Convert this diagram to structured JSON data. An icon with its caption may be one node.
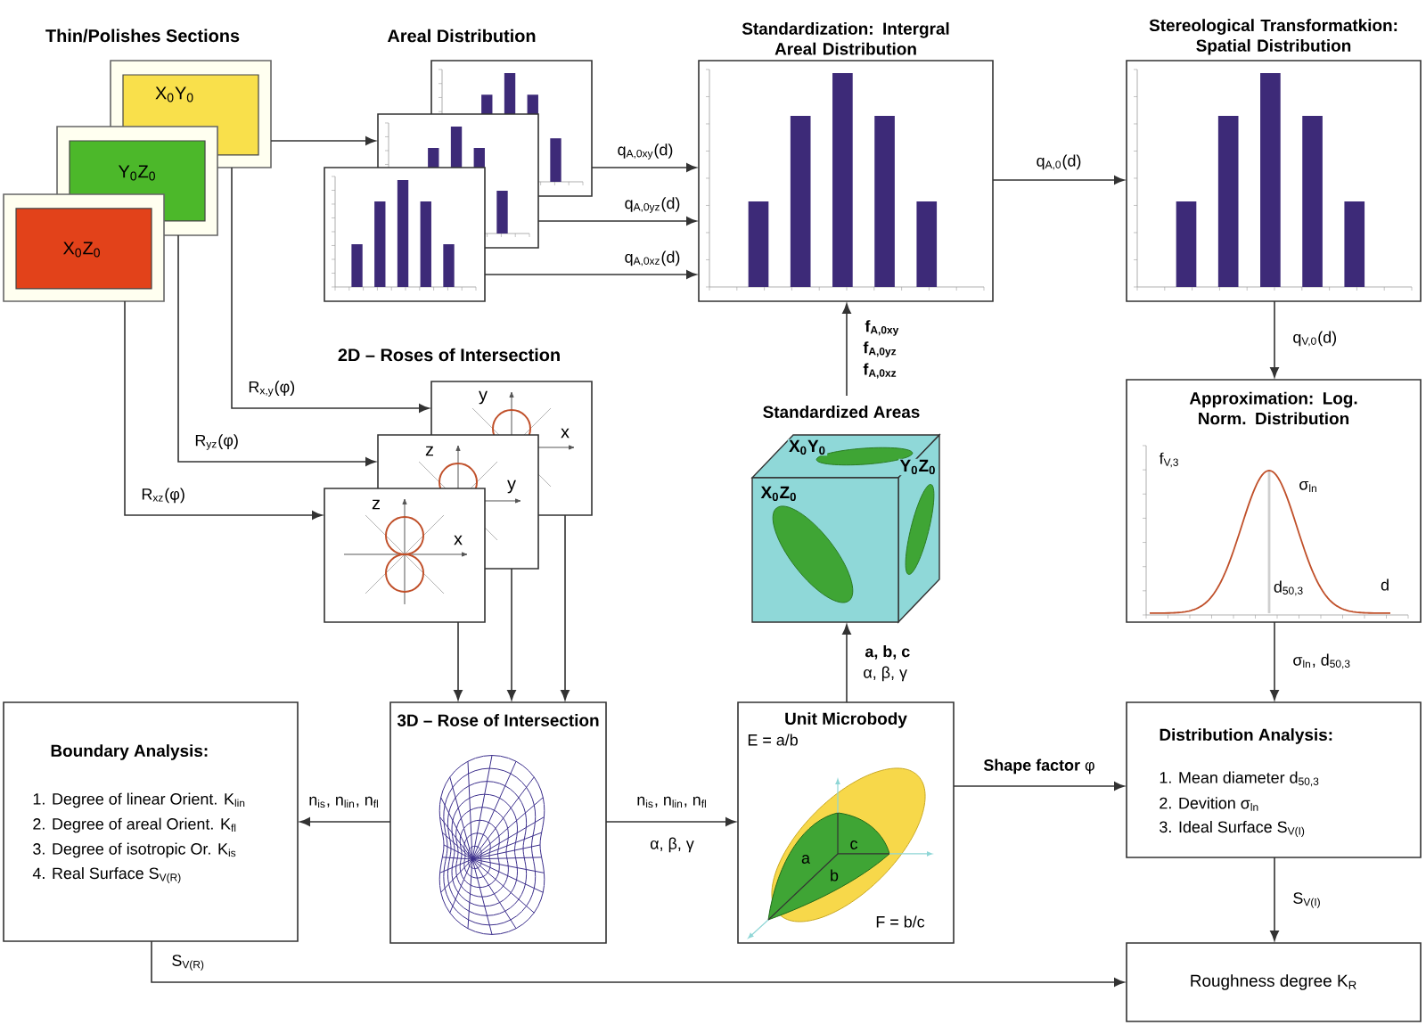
{
  "diagram": {
    "nodes": [
      {
        "text": [
          "X$_{0}$Y$_{0}$"
        ]
      },
      {
        "text": [
          "Y$_{0}$Z$_{0}$"
        ]
      },
      {
        "text": [
          "X$_{0}$Z$_{0}$"
        ]
      },
      {
        "text": [],
        "shape": "chart"
      },
      {
        "text": [],
        "shape": "chart"
      },
      {
        "text": [],
        "shape": "chart"
      },
      {
        "text": [
          "Standardization: Intergral Areal Distribution"
        ]
      },
      {
        "text": [
          "Stereological Transformatkion: Spatial Distribution"
        ]
      },
      {
        "text": [
          "y",
          "x"
        ]
      },
      {
        "text": [
          "z",
          "y"
        ]
      },
      {
        "text": [
          "z",
          "x"
        ]
      },
      {
        "text": [
          "Standardized Areas",
          "X$_{0}$Y$_{0}$",
          "X$_{0}$Z$_{0}$",
          "Y$_{0}$Z$_{0}$"
        ]
      },
      {
        "text": [
          "Approximation: Log. Norm. Distribution",
          "f$_{V,3}$",
          "σ$_{ln}$",
          "d$_{50,3}$",
          "d"
        ]
      },
      {
        "text": [
          "Boundary Analysis:",
          "1. Degree of linear Orient. K$_{lin}$",
          "2. Degree of areal Orient. K$_{fl}$",
          "3. Degree of isotropic Or. K$_{is}$",
          "4. Real Surface S$_{V(R)}$"
        ]
      },
      {
        "text": [
          "3D – Rose of Intersection"
        ]
      },
      {
        "text": [
          "Unit Microbody",
          "E = a/b",
          "a",
          "b",
          "c",
          "F = b/c"
        ]
      },
      {
        "text": [
          "Distribution Analysis:",
          "1. Mean diameter d$_{50,3}$",
          "2. Devition σ$_{ln}$",
          "3. Ideal Surface S$_{V(I)}$"
        ]
      },
      {
        "text": [
          "Roughness degree K$_{R}$"
        ]
      }
    ],
    "edges": [
      {
        "from": 0,
        "to": 4,
        "arrow": "to"
      },
      {
        "from": 3,
        "to": 6,
        "arrow": "to",
        "label": "q$_{A,0xy}$(d)"
      },
      {
        "from": 4,
        "to": 6,
        "arrow": "to",
        "label": "q$_{A,0yz}$(d)"
      },
      {
        "from": 5,
        "to": 6,
        "arrow": "to",
        "label": "q$_{A,0xz}$(d)"
      },
      {
        "from": 6,
        "to": 7,
        "arrow": "to",
        "label": "q$_{A,0}$(d)"
      },
      {
        "from": 7,
        "to": 12,
        "arrow": "to",
        "label": "q$_{V,0}$(d)"
      },
      {
        "from": 0,
        "to": 8,
        "arrow": "to",
        "label": "R$_{x,y}$(φ)"
      },
      {
        "from": 1,
        "to": 9,
        "arrow": "to",
        "label": "R$_{yz}$(φ)"
      },
      {
        "from": 2,
        "to": 10,
        "arrow": "to",
        "label": "R$_{xz}$(φ)"
      },
      {
        "from": 8,
        "to": 14,
        "arrow": "to"
      },
      {
        "from": 9,
        "to": 14,
        "arrow": "to"
      },
      {
        "from": 10,
        "to": 14,
        "arrow": "to"
      },
      {
        "from": 14,
        "to": 13,
        "arrow": "to",
        "label": "n$_{is}$, n$_{lin}$, n$_{fl}$"
      },
      {
        "from": 14,
        "to": 15,
        "arrow": "to",
        "label": "n$_{is}$, n$_{lin}$, n$_{fl}$"
      },
      {
        "from": 15,
        "to": 11,
        "arrow": "to",
        "label": "a, b, c"
      },
      {
        "from": 11,
        "to": 6,
        "arrow": "to",
        "label": "f$_{A,0xy}$"
      },
      {
        "from": 15,
        "to": 16,
        "arrow": "to",
        "label": "**Shape factor** φ"
      },
      {
        "from": 12,
        "to": 16,
        "arrow": "to",
        "label": "σ$_{ln}$, d$_{50,3}$"
      },
      {
        "from": 16,
        "to": 17,
        "arrow": "to",
        "label": "S$_{V(I)}$"
      },
      {
        "from": 13,
        "to": 17,
        "arrow": "to",
        "label": "S$_{V(R)}$"
      }
    ],
    "labels": [
      "Thin/Polishes Sections",
      "Areal Distribution",
      "f$_{A,0yz}$",
      "f$_{A,0xz}$",
      "2D – Roses of Intersection",
      "α, β, γ",
      "α, β, γ"
    ]
  }
}
